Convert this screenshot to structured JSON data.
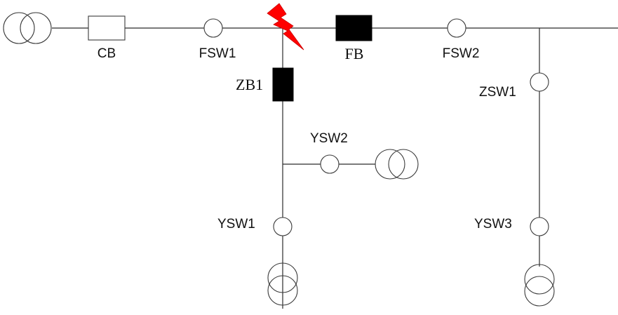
{
  "labels": {
    "cb": "CB",
    "fsw1": "FSW1",
    "fb": "FB",
    "fsw2": "FSW2",
    "zb1": "ZB1",
    "zsw1": "ZSW1",
    "ysw2": "YSW2",
    "ysw1": "YSW1",
    "ysw3": "YSW3"
  },
  "colors": {
    "wire": "#2b2b2b",
    "breaker_open": "#ffffff",
    "breaker_closed": "#000000",
    "fault": "#ff0000"
  },
  "icons": {
    "source": "transformer-icon",
    "fault": "lightning-fault-icon",
    "switch": "circle-switch-icon",
    "breaker": "rectangle-breaker-icon"
  }
}
